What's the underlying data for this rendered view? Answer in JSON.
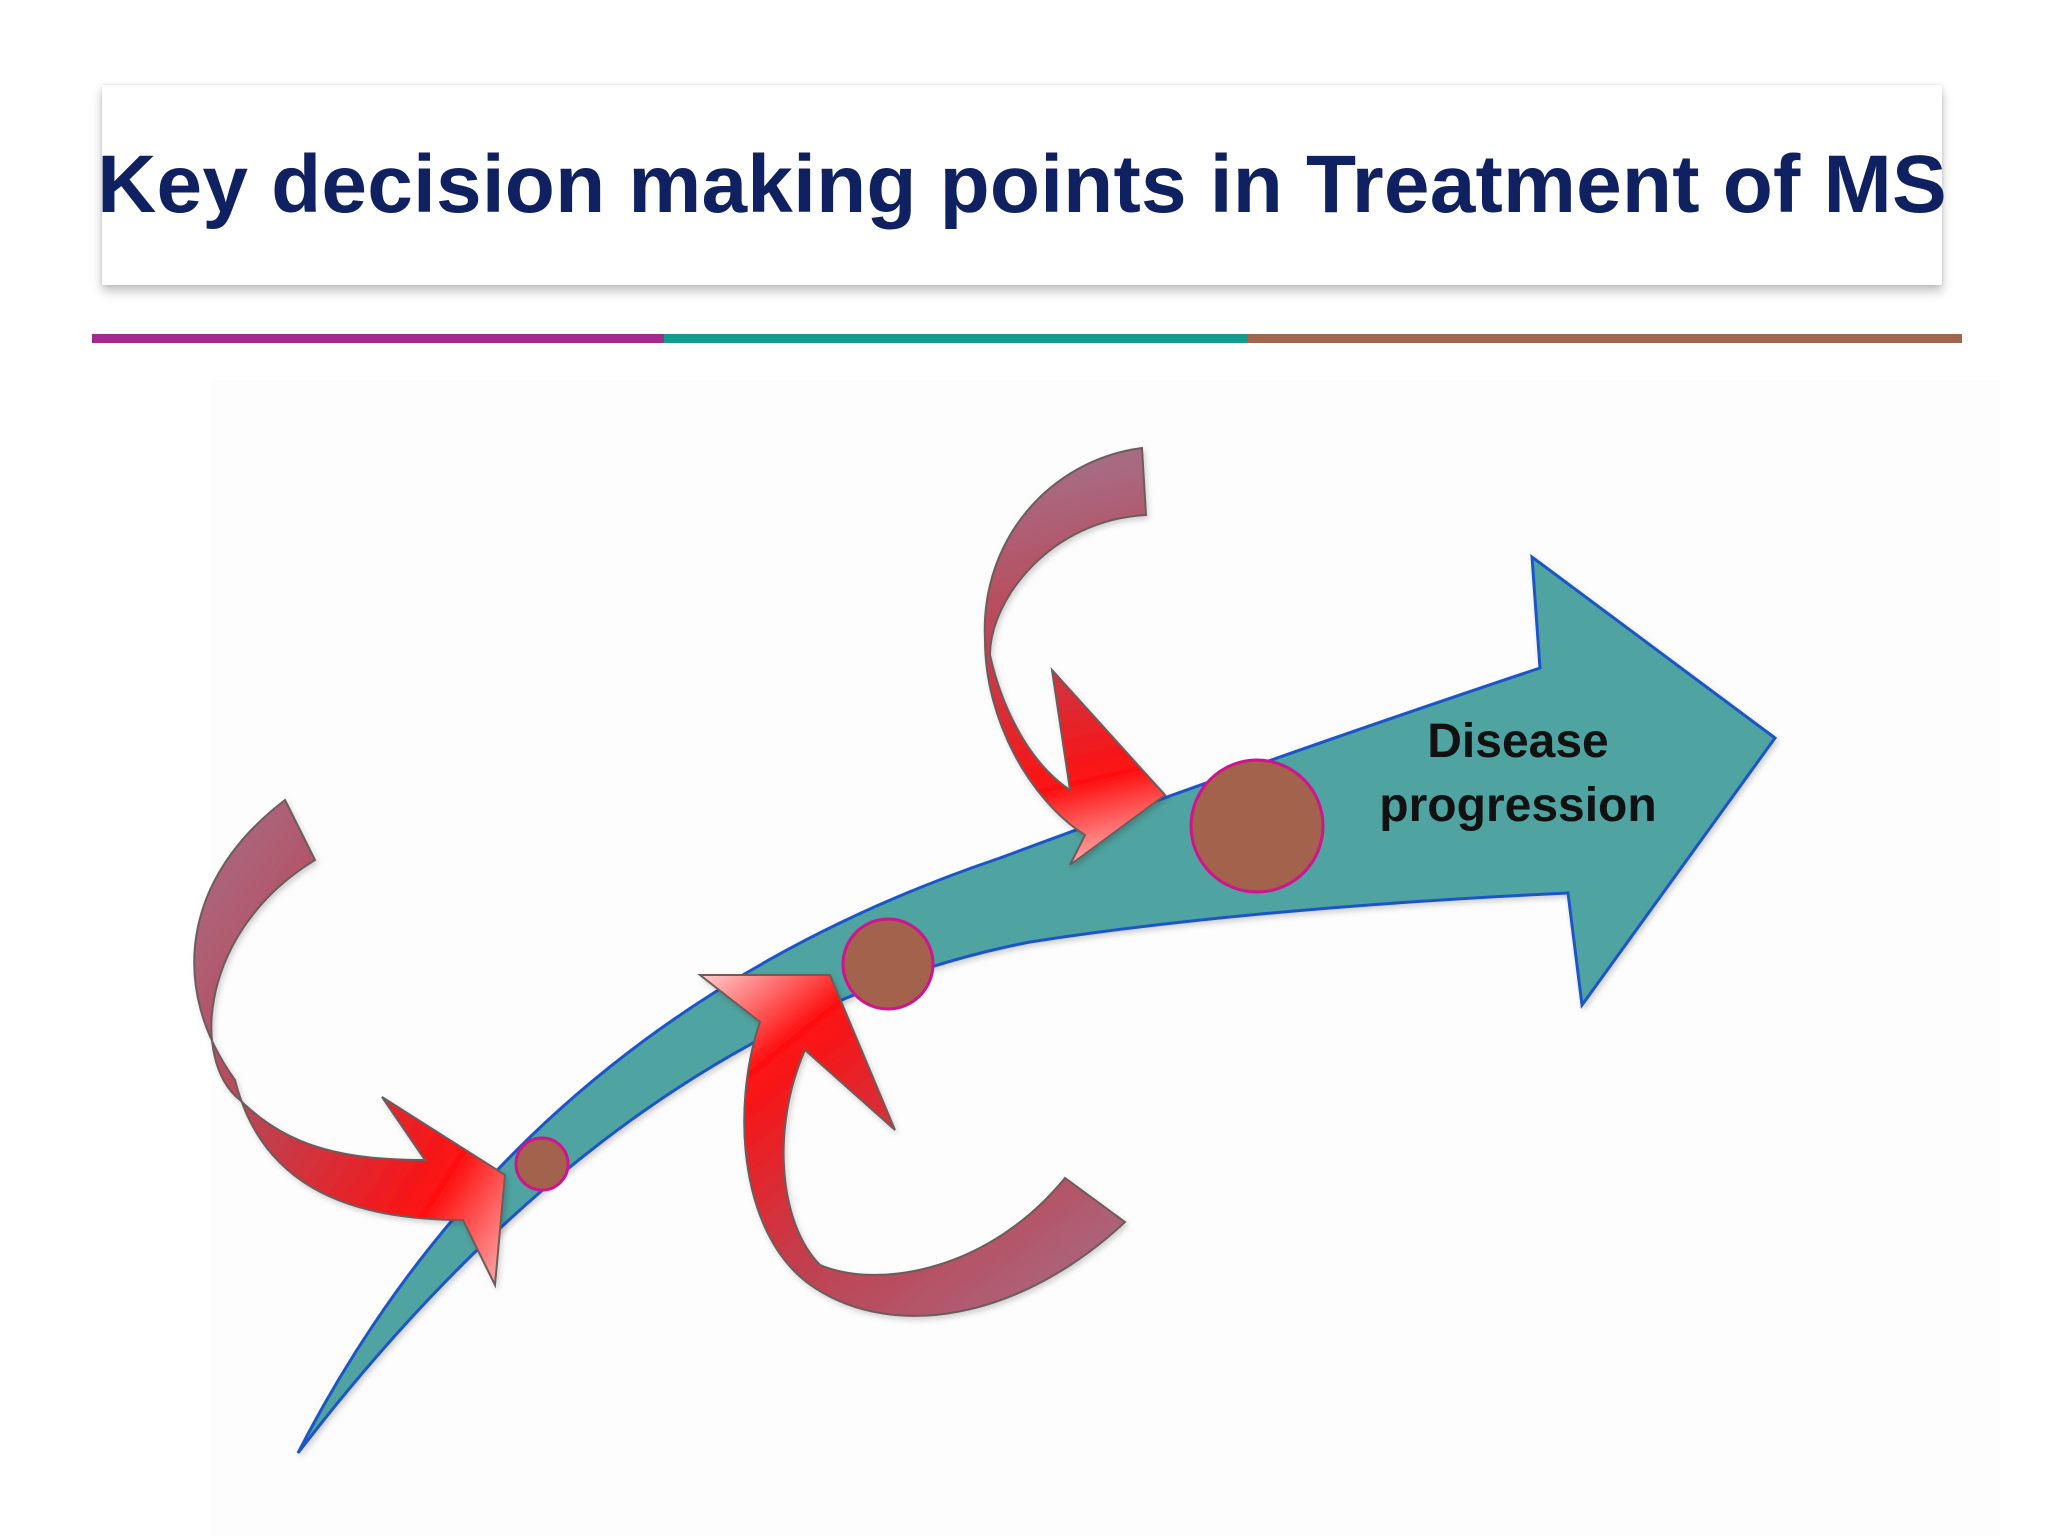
{
  "slide": {
    "title": "Key decision making points in Treatment of MS"
  },
  "divider": {
    "colors": [
      "#a4298f",
      "#129a8c",
      "#a0674f"
    ]
  },
  "diagram": {
    "arrow_label_line1": "Disease",
    "arrow_label_line2": "progression",
    "colors": {
      "main_arrow_fill": "#4fa3a0",
      "main_arrow_stroke": "#1f55c8",
      "decision_point_fill": "#a2624b",
      "decision_point_stroke": "#d0138f",
      "curved_arrow_red": "#ff1a1a",
      "curved_arrow_mauve": "#a4718a"
    },
    "decision_points": [
      "point-1",
      "point-2",
      "point-3"
    ],
    "curved_arrows": [
      "curved-arrow-1",
      "curved-arrow-2",
      "curved-arrow-3"
    ]
  }
}
